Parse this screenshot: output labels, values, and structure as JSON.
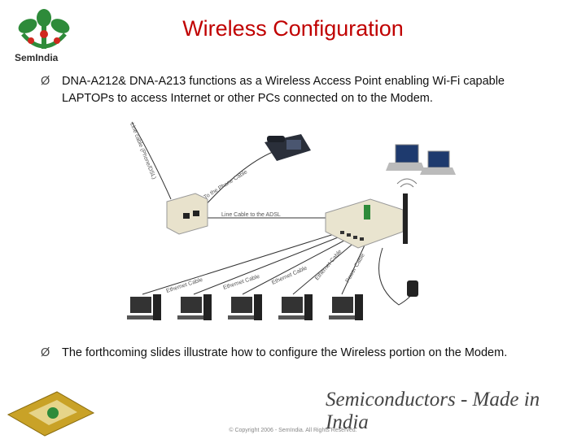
{
  "logo": {
    "name": "SemIndia"
  },
  "title": "Wireless Configuration",
  "bullets": [
    {
      "marker": "Ø",
      "text": "DNA-A212& DNA-A213 functions as a Wireless Access Point enabling Wi-Fi capable LAPTOPs to access Internet or other PCs connected on to the Modem."
    },
    {
      "marker": "Ø",
      "text": "The forthcoming slides illustrate how to configure the Wireless portion on the Modem."
    }
  ],
  "diagram": {
    "cable_labels": {
      "line": "Line cable (Phone/DSL)",
      "phone": "To the Phone Cable",
      "splitter_out": "Line Cable to the ADSL",
      "eth1": "Ethernet Cable",
      "eth2": "Ethernet Cable",
      "eth3": "Ethernet Cable",
      "eth4": "Ethernet Cable",
      "power": "Power Cable"
    },
    "pc_count": 5,
    "laptop_count": 2
  },
  "footer": {
    "tagline": "Semiconductors - Made in India",
    "copyright": "© Copyright 2006 - SemIndia. All Rights Reserved."
  },
  "colors": {
    "title": "#c00000",
    "logo_green": "#2e8b3a",
    "logo_red": "#d0281f"
  }
}
